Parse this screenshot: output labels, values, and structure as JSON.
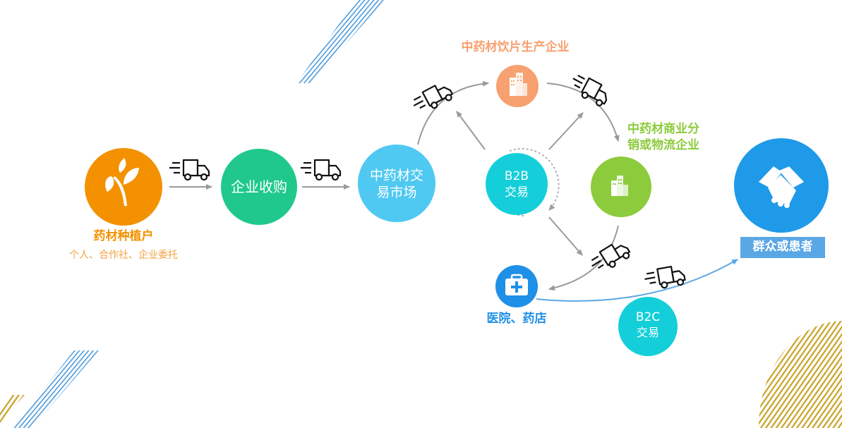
{
  "nodes": {
    "farmer": {
      "label": "药材种植户",
      "sub": "个人、合作社、企业委托",
      "color": "#f39100"
    },
    "purchase": {
      "label": "企业收购",
      "color": "#20c98b"
    },
    "market": {
      "line1": "中药材交",
      "line2": "易市场",
      "color": "#4fc9f2"
    },
    "b2b": {
      "line1": "B2B",
      "line2": "交易",
      "color": "#14cfd9"
    },
    "factory": {
      "label": "中药材饮片生产企业",
      "color": "#f7a070",
      "label_color": "#f7a070"
    },
    "distributor": {
      "line1": "中药材商业分",
      "line2": "销或物流企业",
      "color": "#8ccb3c"
    },
    "hospital": {
      "label": "医院、药店",
      "color": "#1e90e8"
    },
    "b2c": {
      "line1": "B2C",
      "line2": "交易",
      "color": "#14cfd9"
    },
    "consumer": {
      "label": "群众或患者",
      "color": "#1f9ae8",
      "label_bg": "#5aa7e6"
    }
  },
  "icons": {
    "farmer": "leaf-icon",
    "factory": "building-icon",
    "distributor": "building-icon",
    "hospital": "medical-kit-icon",
    "consumer": "handshake-icon",
    "logistics": "truck-icon"
  },
  "accent_colors": {
    "arrow": "#9a9a9a",
    "stripe_blue": "#3a8fd6",
    "stripe_gold": "#c9a227"
  }
}
